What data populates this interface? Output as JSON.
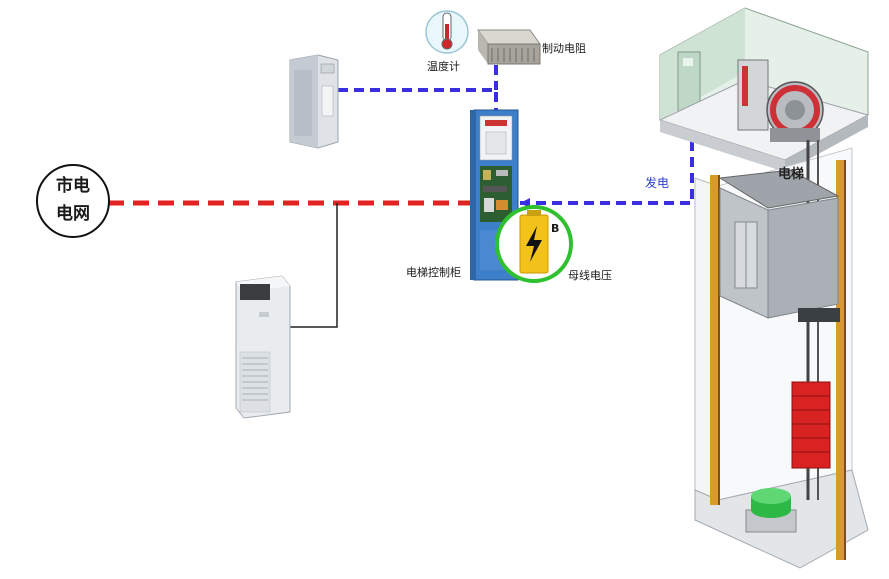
{
  "labels": {
    "grid_line1": "市电",
    "grid_line2": "电网",
    "thermometer": "温度计",
    "brake_resistor": "制动电阻",
    "control_cabinet": "电梯控制柜",
    "bus_voltage": "母线电压",
    "generation": "发电",
    "elevator": "电梯",
    "battery_mark": "B"
  },
  "colors": {
    "grid_line": "#e32222",
    "signal_line": "#3a2fe0",
    "feed_line": "#222222",
    "cabinet": "#3d7fc9",
    "battery": "#f2c21a",
    "battery_ring": "#2fc02f",
    "counterweight": "#d92222",
    "buffer": "#2eb845",
    "rail": "#d99a2b"
  },
  "icons": {
    "grid": "circle-node",
    "thermometer": "thermometer-icon",
    "resistor": "brake-resistor-unit",
    "inverter": "inverter-cabinet",
    "air_conditioner": "air-conditioner-cabinet",
    "battery": "battery-bolt-icon",
    "elevator": "elevator-shaft-cutaway"
  }
}
